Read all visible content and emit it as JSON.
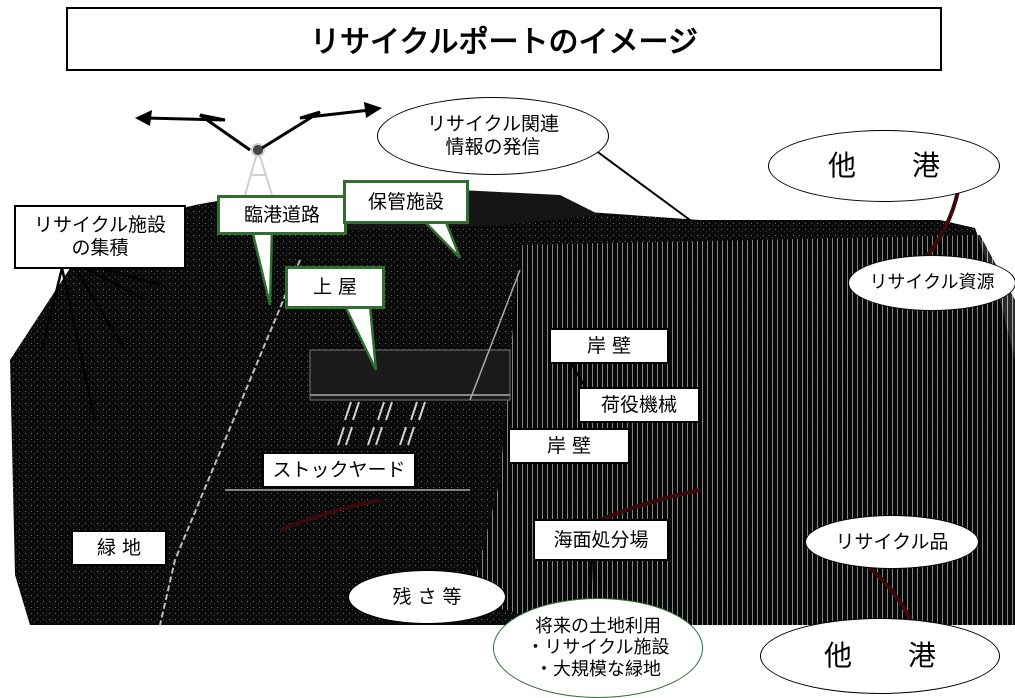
{
  "title": "リサイクルポートのイメージ",
  "labels": {
    "recycle_facility_cluster_line1": "リサイクル施設",
    "recycle_facility_cluster_line2": "の集積",
    "port_road": "臨港道路",
    "storage_facility": "保管施設",
    "roof_shed": "上 屋",
    "info_line1": "リサイクル関連",
    "info_line2": "情報の発信",
    "other_port_top": "他　　港",
    "recycle_resources": "リサイクル資源",
    "quay_wall_1": "岸 壁",
    "cargo_machinery": "荷役機械",
    "quay_wall_2": "岸 壁",
    "stockyard": "ストックヤード",
    "green_area": "緑 地",
    "sea_disposal_site": "海面処分場",
    "recycled_products": "リサイクル品",
    "residues": "残 さ 等",
    "future_land_use_line1": "将来の土地利用",
    "future_land_use_line2": "・リサイクル施設",
    "future_land_use_line3": "・大規模な緑地",
    "other_port_bottom": "他　　港"
  },
  "colors": {
    "scene_dark": "#0b0b0b",
    "scene_mid": "#1c1c1c",
    "label_border_green": "#2f6f2f",
    "arrow_dark_red": "#3a0a0a"
  }
}
